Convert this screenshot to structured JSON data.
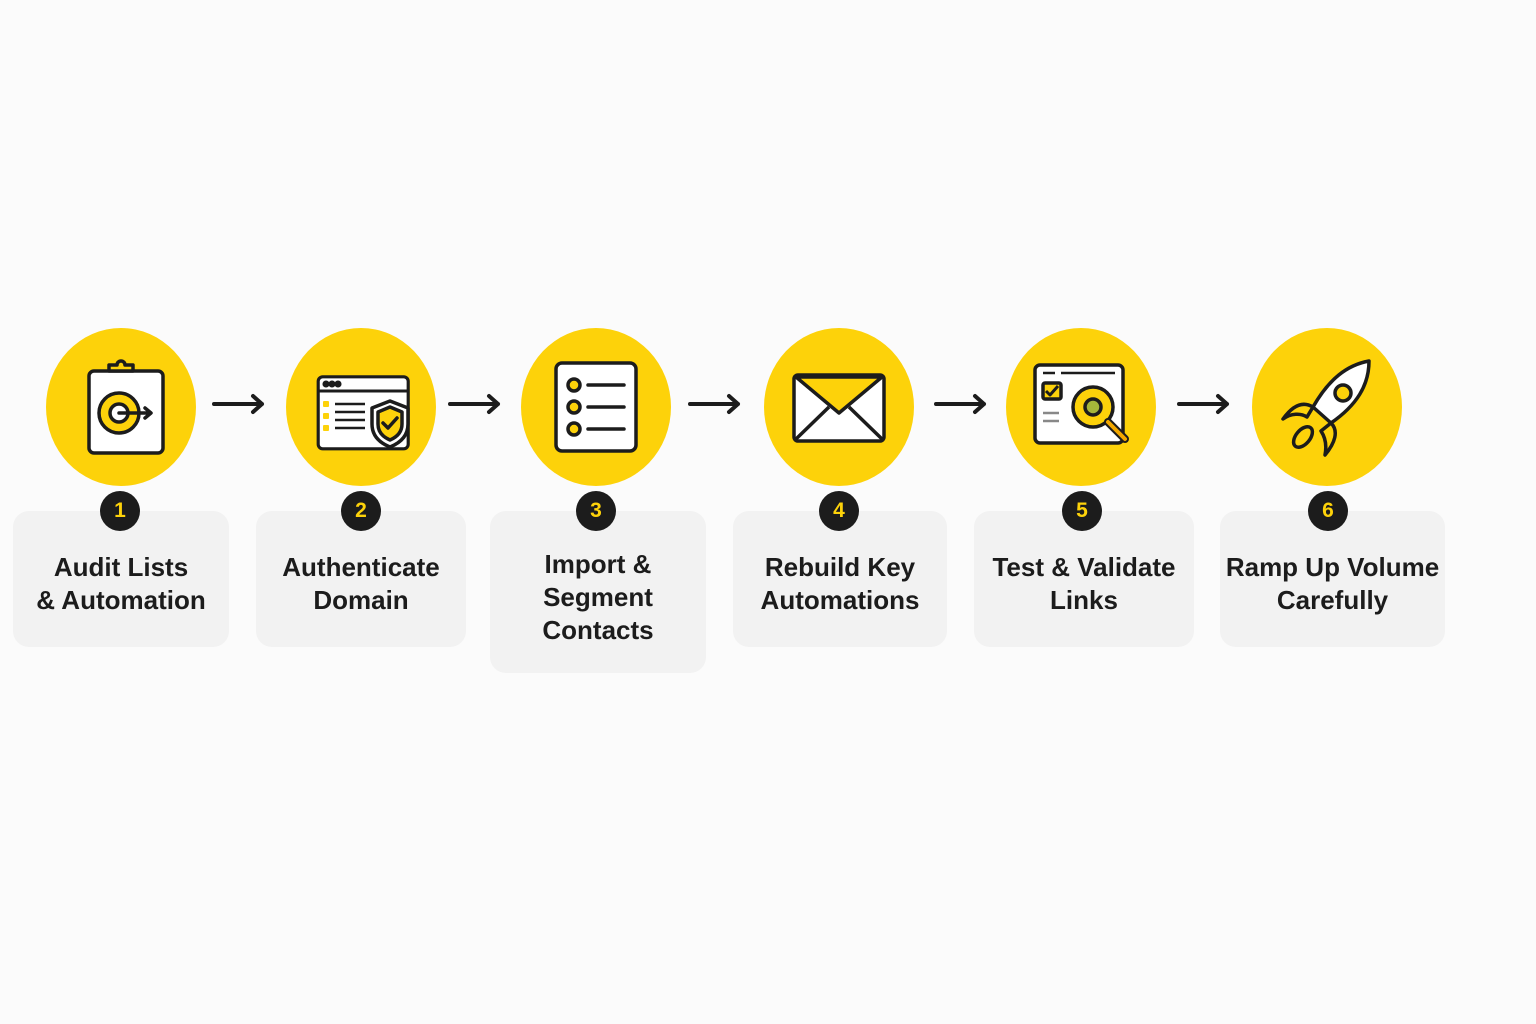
{
  "accent_color": "#fdd20a",
  "steps": [
    {
      "number": "1",
      "label": "Audit Lists\n& Automation",
      "icon": "clipboard-target-icon"
    },
    {
      "number": "2",
      "label": "Authenticate\nDomain",
      "icon": "browser-shield-icon"
    },
    {
      "number": "3",
      "label": "Import &\nSegment\nContacts",
      "icon": "checklist-icon"
    },
    {
      "number": "4",
      "label": "Rebuild Key\nAutomations",
      "icon": "envelope-icon"
    },
    {
      "number": "5",
      "label": "Test & Validate\nLinks",
      "icon": "magnifier-page-icon"
    },
    {
      "number": "6",
      "label": "Ramp Up Volume\nCarefully",
      "icon": "rocket-icon"
    }
  ]
}
